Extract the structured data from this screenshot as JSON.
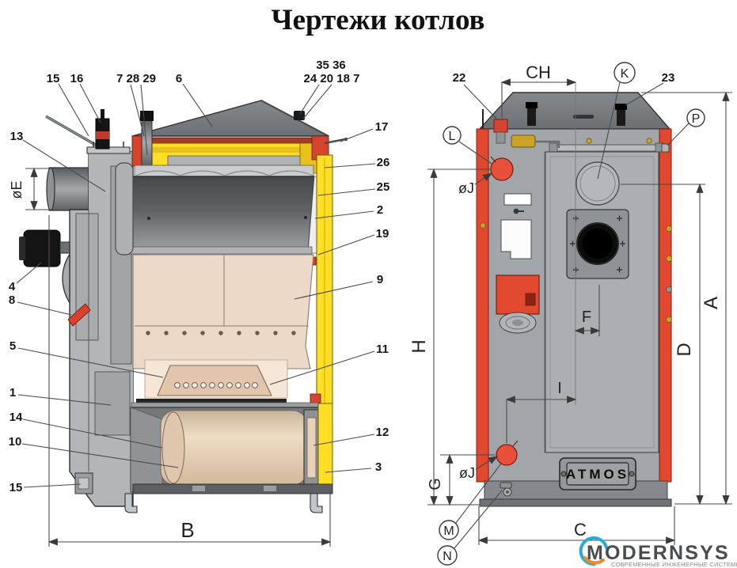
{
  "title": "Чертежи котлов",
  "left_view": {
    "callouts": {
      "c15_top": "15",
      "c16": "16",
      "c7_28_29": "7 28 29",
      "c6": "6",
      "c35_36": "35 36",
      "c24_20_18_7": "24 20 18 7",
      "c17": "17",
      "c26": "26",
      "c25": "25",
      "c2": "2",
      "c19": "19",
      "c9": "9",
      "c11": "11",
      "c12": "12",
      "c3": "3",
      "c13": "13",
      "c4": "4",
      "c8": "8",
      "c5": "5",
      "c1": "1",
      "c14": "14",
      "c10": "10",
      "c15_bottom": "15"
    },
    "dimensions": {
      "diameter_e": "øE",
      "width_b": "B"
    }
  },
  "right_view": {
    "callouts": {
      "c22": "22",
      "c23": "23",
      "k": "K",
      "p": "P",
      "l": "L",
      "m": "M",
      "n": "N"
    },
    "dimensions": {
      "ch": "CH",
      "h": "H",
      "a": "A",
      "d": "D",
      "f": "F",
      "i": "I",
      "g": "G",
      "c": "C",
      "diameter_j_top": "øJ",
      "diameter_j_bottom": "øJ"
    },
    "nameplate": "ATMOS"
  },
  "watermark": {
    "brand": "MODERNSYS",
    "tagline": "СОВРЕМЕННЫЕ ИНЖЕНЕРНЫЕ СИСТЕМЫ"
  },
  "colors": {
    "accent_red": "#e1482e",
    "insulation_yellow": "#ffdf26",
    "firebrick_beige": "#ecd9c8",
    "steel_gray": "#a4a8ac",
    "logo_blue": "#2aa9e0",
    "logo_orange": "#f0872a"
  }
}
